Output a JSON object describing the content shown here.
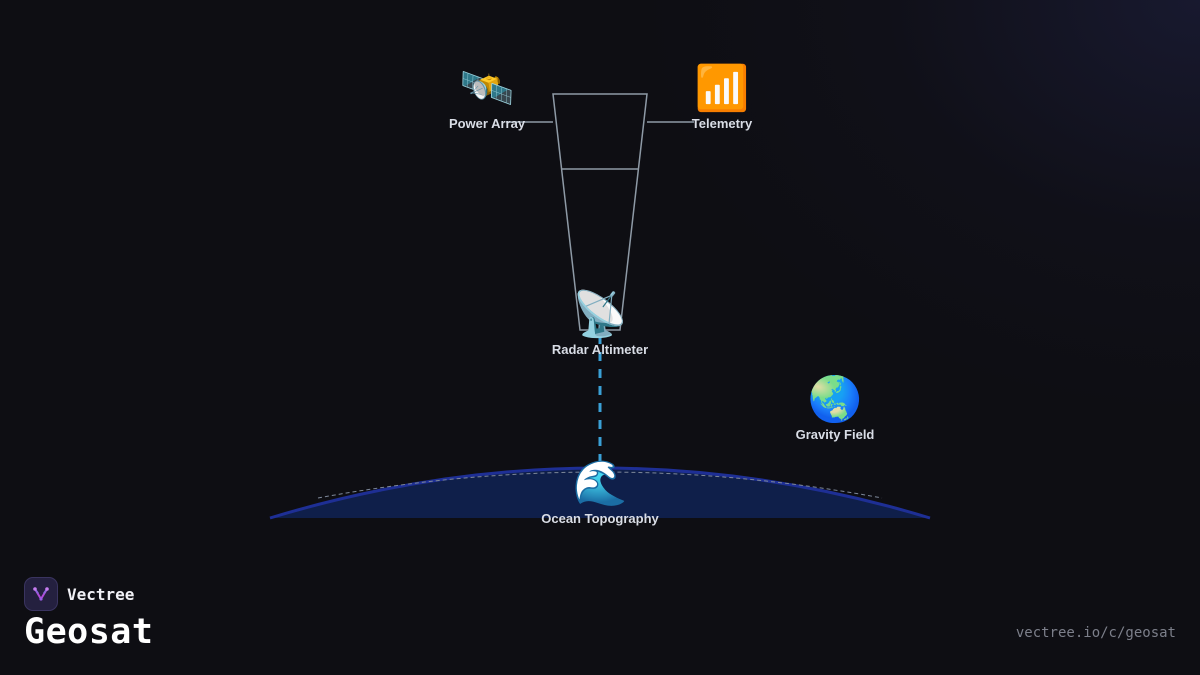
{
  "brand": {
    "name": "Vectree"
  },
  "title": "Geosat",
  "url": "vectree.io/c/geosat",
  "colors": {
    "background": "#0e0e13",
    "structure_line": "#8e9aa6",
    "beam": "#3aa0d6",
    "ocean_fill": "#0f1f4a",
    "ocean_edge": "#1e2f95",
    "label_text": "#d9dde6",
    "url_text": "#7c7f8a",
    "logo_accent": "#b04ad8"
  },
  "nodes": [
    {
      "id": "power-array",
      "label": "Power Array",
      "icon": "satellite-icon",
      "glyph": "🛰️"
    },
    {
      "id": "telemetry",
      "label": "Telemetry",
      "icon": "signal-bars-icon",
      "glyph": "📶"
    },
    {
      "id": "radar-altimeter",
      "label": "Radar Altimeter",
      "icon": "satellite-dish-icon",
      "glyph": "📡"
    },
    {
      "id": "gravity-field",
      "label": "Gravity Field",
      "icon": "globe-icon",
      "glyph": "🌏"
    },
    {
      "id": "ocean-topography",
      "label": "Ocean Topography",
      "icon": "water-wave-icon",
      "glyph": "🌊"
    }
  ]
}
